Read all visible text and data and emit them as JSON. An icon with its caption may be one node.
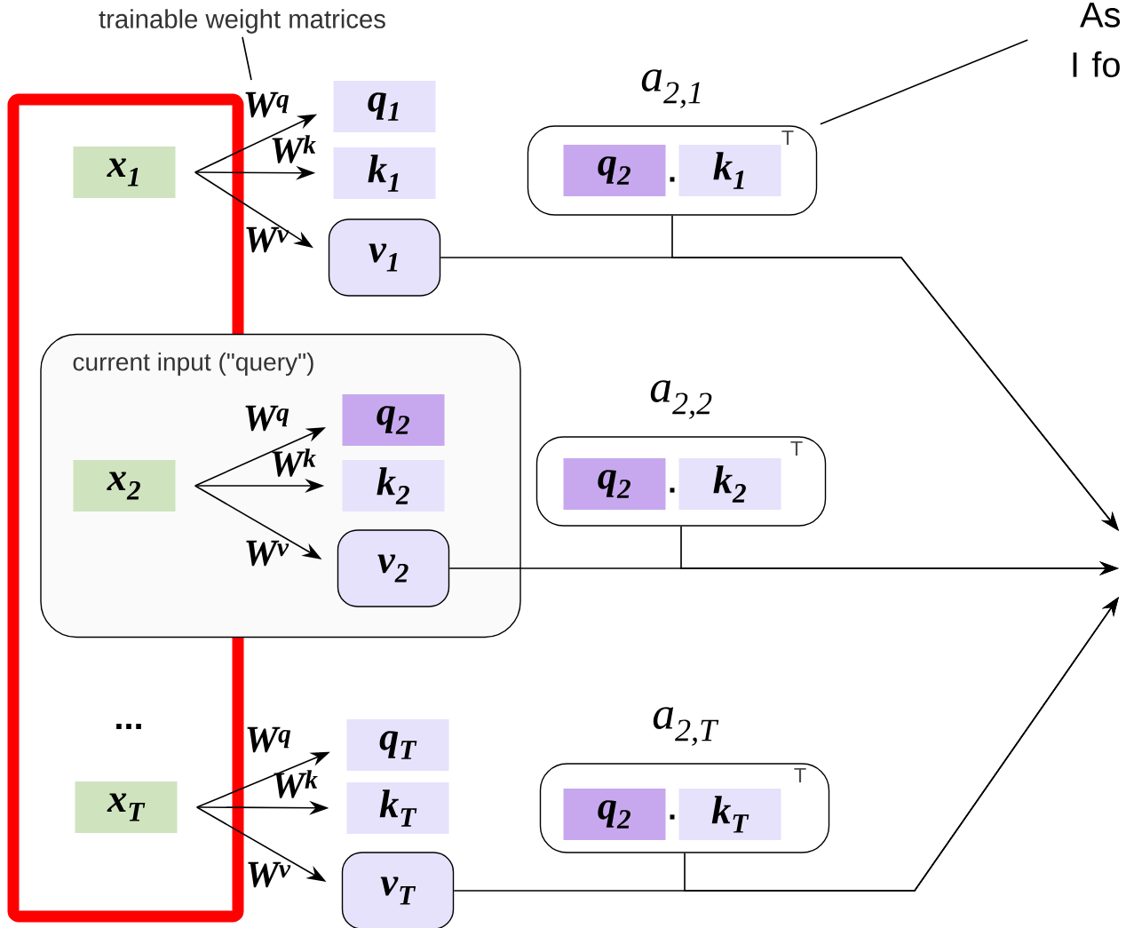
{
  "diagram": {
    "nodes": [
      {
        "text": [
          "trainable weight matrices"
        ]
      },
      {
        "text": [
          "x$_{1}$"
        ]
      },
      {
        "text": [
          "q$_{1}$"
        ]
      },
      {
        "text": [
          "k$_{1}$"
        ]
      },
      {
        "text": [
          "v$_{1}$"
        ]
      },
      {
        "text": [
          "a$_{2,1}$",
          ".",
          "T"
        ]
      },
      {
        "text": [
          "q$_{2}$"
        ],
        "in": 5
      },
      {
        "text": [
          "k$_{1}$"
        ],
        "in": 5
      },
      {
        "text": [
          "As I fo"
        ]
      },
      {
        "text": [
          "current input (\"query\")"
        ]
      },
      {
        "text": [
          "x$_{2}$"
        ],
        "in": 9
      },
      {
        "text": [
          "q$_{2}$"
        ],
        "in": 9
      },
      {
        "text": [
          "k$_{2}$"
        ],
        "in": 9
      },
      {
        "text": [
          "v$_{2}$"
        ],
        "in": 9
      },
      {
        "text": [
          "a$_{2,2}$",
          ".",
          "T"
        ]
      },
      {
        "text": [
          "q$_{2}$"
        ],
        "in": 14
      },
      {
        "text": [
          "k$_{2}$"
        ],
        "in": 14
      },
      {
        "text": [
          "x$_{T}$"
        ]
      },
      {
        "text": [
          "q$_{T}$"
        ]
      },
      {
        "text": [
          "k$_{T}$"
        ]
      },
      {
        "text": [
          "v$_{T}$"
        ]
      },
      {
        "text": [
          "a$_{2,T}$",
          ".",
          "T"
        ]
      },
      {
        "text": [
          "q$_{2}$"
        ],
        "in": 21
      },
      {
        "text": [
          "k$_{T}$"
        ],
        "in": 21
      }
    ],
    "edges": [
      {
        "from": 1,
        "to": 2,
        "arrow": "to",
        "label": "W$^{q}$"
      },
      {
        "from": 1,
        "to": 3,
        "arrow": "to",
        "label": "W$^{k}$"
      },
      {
        "from": 1,
        "to": 4,
        "arrow": "to",
        "label": "W$^{v}$"
      },
      {
        "from": 10,
        "to": 11,
        "arrow": "to",
        "label": "W$^{q}$"
      },
      {
        "from": 10,
        "to": 12,
        "arrow": "to",
        "label": "W$^{k}$"
      },
      {
        "from": 10,
        "to": 13,
        "arrow": "to",
        "label": "W$^{v}$"
      },
      {
        "from": 17,
        "to": 18,
        "arrow": "to",
        "label": "W$^{q}$"
      },
      {
        "from": 17,
        "to": 19,
        "arrow": "to",
        "label": "W$^{k}$"
      },
      {
        "from": 17,
        "to": 20,
        "arrow": "to",
        "label": "W$^{v}$"
      },
      {
        "from": 4,
        "to": null,
        "arrow": "to"
      },
      {
        "from": 5,
        "to": null,
        "arrow": "to"
      },
      {
        "from": 13,
        "to": null,
        "arrow": "to"
      },
      {
        "from": 14,
        "to": null,
        "arrow": "to"
      },
      {
        "from": 20,
        "to": null,
        "arrow": "to"
      },
      {
        "from": 21,
        "to": null,
        "arrow": "to"
      },
      {
        "from": 0,
        "to": null,
        "arrow": "none"
      },
      {
        "from": 8,
        "to": 5,
        "arrow": "none"
      }
    ],
    "labels": [
      "..."
    ]
  }
}
